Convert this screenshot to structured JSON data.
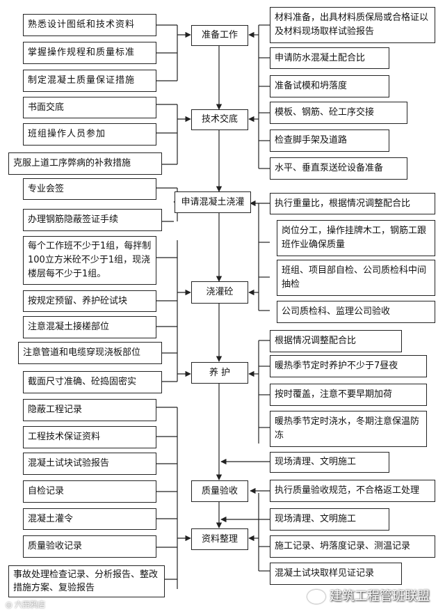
{
  "center": {
    "prep": "准备工作",
    "tech": "技术交底",
    "apply": "申请混凝土浇灌",
    "pour": "浇灌砼",
    "cure": "养 护",
    "quality": "质量验收",
    "docs": "资料整理"
  },
  "left": [
    "熟悉设计图纸和技术资料",
    "掌握操作规程和质量标准",
    "制定混凝土质量保证措施",
    "书面交底",
    "班组操作人员参加",
    "克服上道工序弊病的补救措施",
    "专业会签",
    "办理钢筋隐蔽签证手续",
    "每个工作班不少于1组，每拌制100立方米砼不少于1组，现浇楼层每不少于1组。",
    "按规定预留、养护砼试块",
    "注意混凝土接槎部位",
    "注意管道和电缆穿现浇板部位",
    "截面尺寸准确、砼捣固密实",
    "隐蔽工程记录",
    "工程技术保证资料",
    "混凝土试块试验报告",
    "自检记录",
    "混凝土灌令",
    "质量验收记录",
    "事故处理检查记录、分析报告、整改措施方案、复验报告"
  ],
  "right": [
    "材料准备，出具材料质保局或合格证以及材料现场取样试验报告",
    "申请防水混凝土配合比",
    "准备试模和坍落度",
    "模板、钢筋、砼工序交接",
    "检查脚手架及道路",
    "水平、垂直泵送砼设备准备",
    "执行重量比，根据情况调整配合比",
    "岗位分工，操作挂牌木工，钢筋工跟班作业确保质量",
    "班组、项目部自检、公司质检科中间抽检",
    "公司质检科、监理公司验收",
    "根据情况调整配合比",
    "暖热季节定时养护不少于7昼夜",
    "按时覆盖，注意不要早期加荷",
    "暖热季节定时浇水，冬期注意保温防冻",
    "现场清理、文明施工",
    "执行质量验收规范，不合格返工处理",
    "现场清理、文明施工",
    "施工记录、坍落度记录、测温记录",
    "混凝土试块取样见证记录"
  ],
  "watermark": {
    "brand": "建筑工程管班联盟",
    "corner": "六西鸦店"
  }
}
